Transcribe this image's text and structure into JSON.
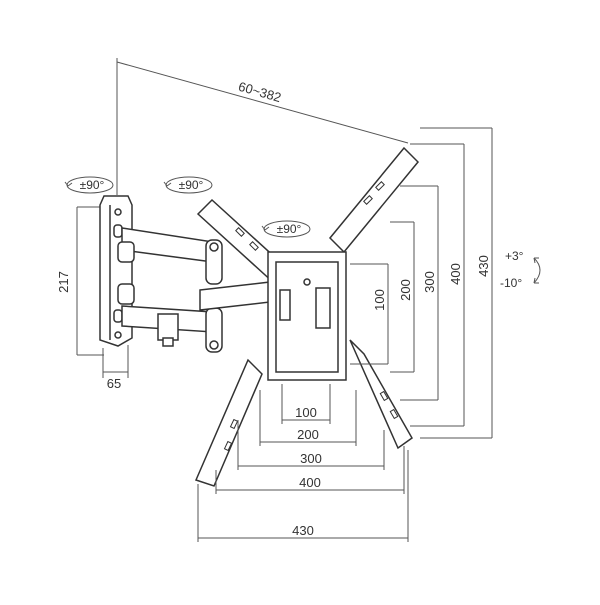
{
  "diagram": {
    "colors": {
      "line": "#333333",
      "dim_line": "#555555",
      "background": "#ffffff"
    },
    "arm_reach": "60~382",
    "wall_plate_height": "217",
    "wall_plate_depth": "65",
    "swivel_labels": [
      "±90°",
      "±90°",
      "±90°"
    ],
    "tilt_up": "+3°",
    "tilt_down": "-10°",
    "vertical_dims": [
      "100",
      "200",
      "300",
      "400",
      "430"
    ],
    "horizontal_dims": [
      "100",
      "200",
      "300",
      "400",
      "430"
    ]
  }
}
